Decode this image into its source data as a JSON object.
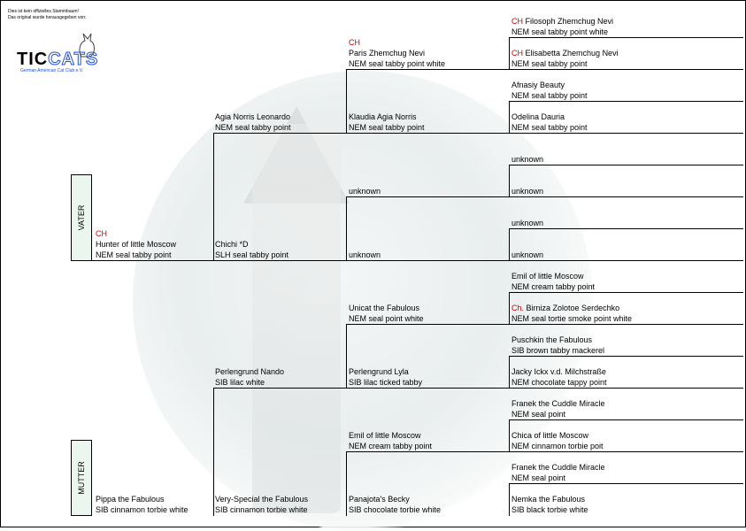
{
  "header": {
    "note1": "Dies ist kein offizielles Stammbaum!",
    "note2": "Das original wurde herausgegeben von:"
  },
  "logo": {
    "ti": "TIC",
    "cats": "CATS",
    "sub": "German American Cat Club e.V."
  },
  "side_labels": {
    "father": "VATER",
    "mother": "MUTTER"
  },
  "gen1": {
    "father": {
      "title": "CH",
      "name": "Hunter of little Moscow",
      "breed": "NEM seal tabby point"
    },
    "mother": {
      "name": "Pippa the Fabulous",
      "breed": "SIB cinnamon torbie white"
    }
  },
  "gen2": [
    {
      "name": "Agia Norris Leonardo",
      "breed": "NEM seal tabby point"
    },
    {
      "name": "Chichi *D",
      "breed": "SLH seal tabby point"
    },
    {
      "name": "Perlengrund Nando",
      "breed": "SIB lilac white"
    },
    {
      "name": "Very-Special the Fabulous",
      "breed": "SIB cinnamon torbie white"
    }
  ],
  "gen3": [
    {
      "title": "CH",
      "name": "Paris Zhemchug Nevi",
      "breed": "NEM seal tabby point white"
    },
    {
      "name": "Klaudia Agia Norris",
      "breed": "NEM seal tabby point"
    },
    {
      "name": "unknown",
      "breed": ""
    },
    {
      "name": "unknown",
      "breed": ""
    },
    {
      "name": "Unicat the Fabulous",
      "breed": "NEM seal point white"
    },
    {
      "name": "Perlengrund Lyla",
      "breed": "SIB lilac ticked tabby"
    },
    {
      "name": "Emil of little Moscow",
      "breed": "NEM cream tabby point"
    },
    {
      "name": "Panajota's Becky",
      "breed": "SIB chocolate torbie white"
    }
  ],
  "gen4": [
    {
      "title": "CH",
      "name": "Filosoph Zhemchug Nevi",
      "breed": "NEM seal tabby point white"
    },
    {
      "title": "CH",
      "name": "Elisabetta Zhemchug Nevi",
      "breed": "NEM seal tabby point"
    },
    {
      "name": "Afnasiy Beauty",
      "breed": "NEM seal tabby point"
    },
    {
      "name": "Odelina Dauria",
      "breed": "NEM seal tabby point"
    },
    {
      "name": "unknown",
      "breed": ""
    },
    {
      "name": "unknown",
      "breed": ""
    },
    {
      "name": "unknown",
      "breed": ""
    },
    {
      "name": "unknown",
      "breed": ""
    },
    {
      "name": "Emil of little Moscow",
      "breed": "NEM cream tabby point"
    },
    {
      "title": "Ch.",
      "name": "Birniza Zolotoe Serdechko",
      "breed": "NEM seal tortie smoke point white"
    },
    {
      "name": "Puschkin the Fabulous",
      "breed": "SIB brown tabby mackerel"
    },
    {
      "name": "Jacky Ickx v.d. Milchstraße",
      "breed": "NEM chocolate tappy point"
    },
    {
      "name": "Franek the Cuddle Miracle",
      "breed": "NEM seal point"
    },
    {
      "name": "Chica of little Moscow",
      "breed": "NEM cinnamon torbie poit"
    },
    {
      "name": "Franek the Cuddle Miracle",
      "breed": "NEM seal point"
    },
    {
      "name": "Nemka the Fabulous",
      "breed": "SIB black torbie white"
    }
  ]
}
